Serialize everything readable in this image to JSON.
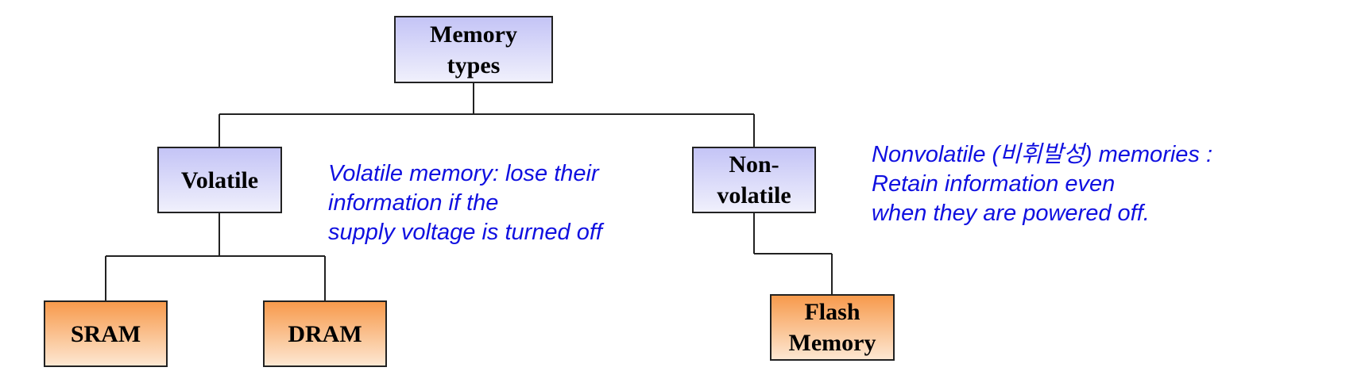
{
  "nodes": {
    "root": "Memory\ntypes",
    "volatile": "Volatile",
    "nonvolatile": "Non-\nvolatile",
    "sram": "SRAM",
    "dram": "DRAM",
    "flash": "Flash\nMemory"
  },
  "notes": {
    "volatile": [
      "Volatile memory: lose their",
      "information if the",
      "supply voltage is turned off"
    ],
    "nonvolatile": [
      "Nonvolatile (비휘발성) memories :",
      "Retain information even",
      "when they are powered off."
    ]
  },
  "colors": {
    "category_fill": "#d8d8f8",
    "leaf_fill": "#f7a05a",
    "note_text": "#1010e0",
    "line": "#222222"
  }
}
